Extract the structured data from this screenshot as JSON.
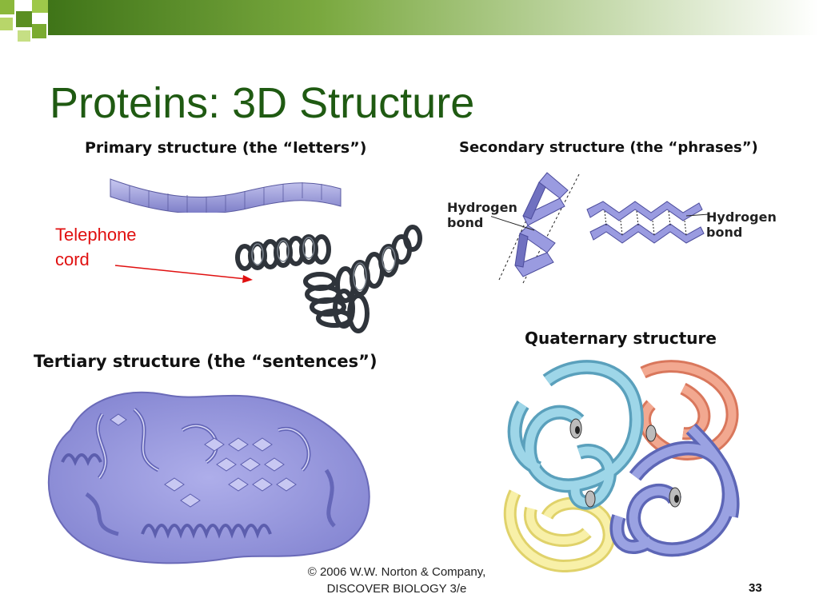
{
  "slide": {
    "title": "Proteins:  3D Structure",
    "number": "33"
  },
  "panels": {
    "primary": "Primary structure (the “letters”)",
    "secondary": "Secondary structure (the “phrases”)",
    "tertiary": "Tertiary structure (the “sentences”)",
    "quaternary": "Quaternary structure"
  },
  "labels": {
    "hbond_left_1": "Hydrogen",
    "hbond_left_2": "bond",
    "hbond_right_1": "Hydrogen",
    "hbond_right_2": "bond",
    "phone_1": "Telephone",
    "phone_2": "cord"
  },
  "footer": {
    "credit_1": "© 2006 W.W. Norton & Company,",
    "credit_2": "DISCOVER BIOLOGY 3/e"
  },
  "colors": {
    "title": "#1f5a12",
    "accent_green": "#5a8e22",
    "annotation_red": "#e01010",
    "protein_purple": "#9a9be0",
    "subunit_blue": "#8ec8dc",
    "subunit_salmon": "#ee9a80",
    "subunit_yellow": "#f6ee9c"
  }
}
